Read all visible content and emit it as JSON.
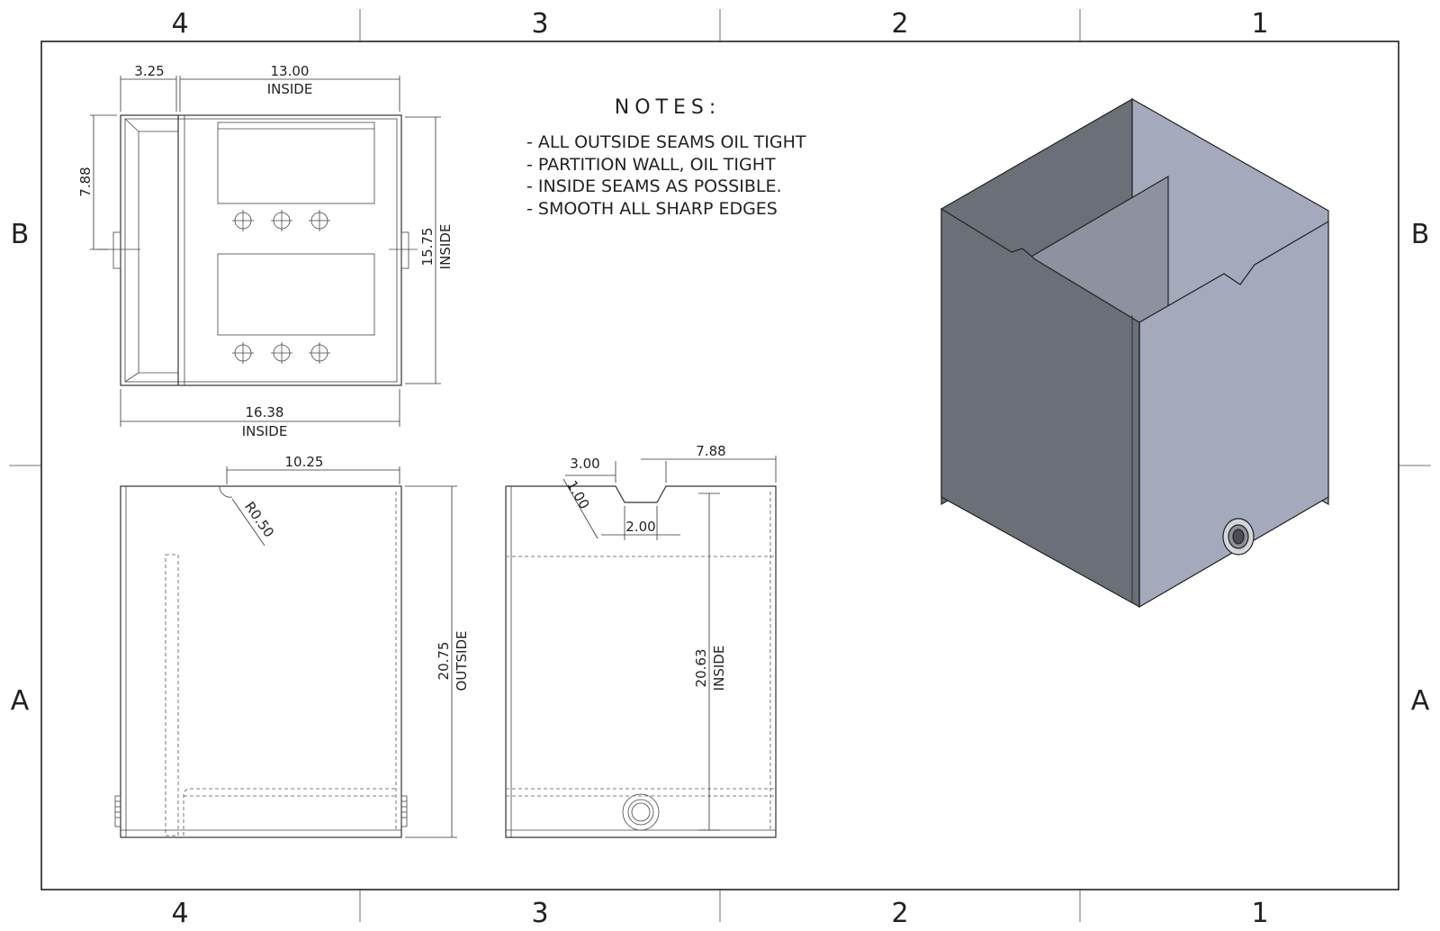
{
  "zones": {
    "cols": [
      "4",
      "3",
      "2",
      "1"
    ],
    "rows": [
      "B",
      "A"
    ]
  },
  "notes": {
    "title": "NOTES:",
    "items": [
      "- ALL OUTSIDE SEAMS OIL TIGHT",
      "- PARTITION WALL, OIL TIGHT",
      "- INSIDE SEAMS AS POSSIBLE.",
      "- SMOOTH ALL SHARP EDGES"
    ]
  },
  "top_view": {
    "dim_compartment": "3.25",
    "dim_width_inside": "13.00",
    "dim_width_inside_label": "INSIDE",
    "dim_partition": "7.88",
    "dim_depth_inside": "15.75",
    "dim_depth_inside_label": "INSIDE",
    "dim_length_inside": "16.38",
    "dim_length_inside_label": "INSIDE"
  },
  "front_view": {
    "dim_notch_pos": "10.25",
    "dim_radius": "R0.50",
    "dim_height_outside": "20.75",
    "dim_height_outside_label": "OUTSIDE"
  },
  "side_view": {
    "dim_notch_top": "3.00",
    "dim_notch_pos": "7.88",
    "dim_notch_depth": "1.00",
    "dim_notch_bottom": "2.00",
    "dim_height_inside": "20.63",
    "dim_height_inside_label": "INSIDE"
  },
  "colors": {
    "box_dark": "#6b6f78",
    "box_light": "#a4a9bb",
    "box_inner": "#8d91a0"
  }
}
